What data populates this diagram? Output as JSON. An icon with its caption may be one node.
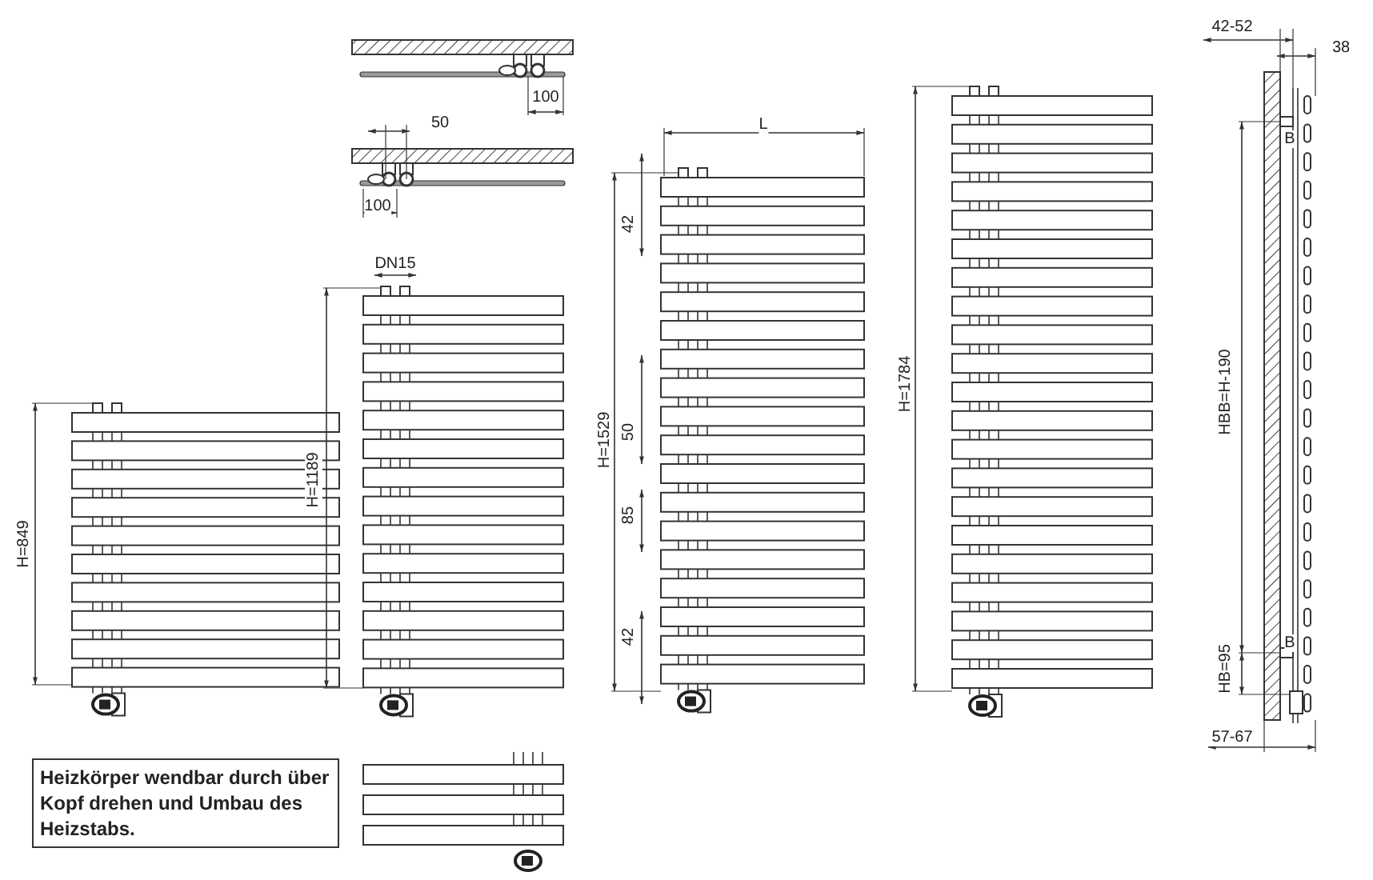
{
  "diagram": {
    "nodes": [
      {
        "text": [
          "Heizkörper wendbar durch über Kopf drehen und Umbau des Heizstabs."
        ]
      }
    ],
    "labels": [
      "42-52",
      "38",
      "100",
      "50",
      "L",
      "100",
      "B",
      "DN15",
      "42",
      "H=1784",
      "HBB=H-190",
      "H=1189",
      "H=1529",
      "50",
      "H=849",
      "85",
      "42",
      "HB=95",
      "B",
      "57-67"
    ]
  }
}
